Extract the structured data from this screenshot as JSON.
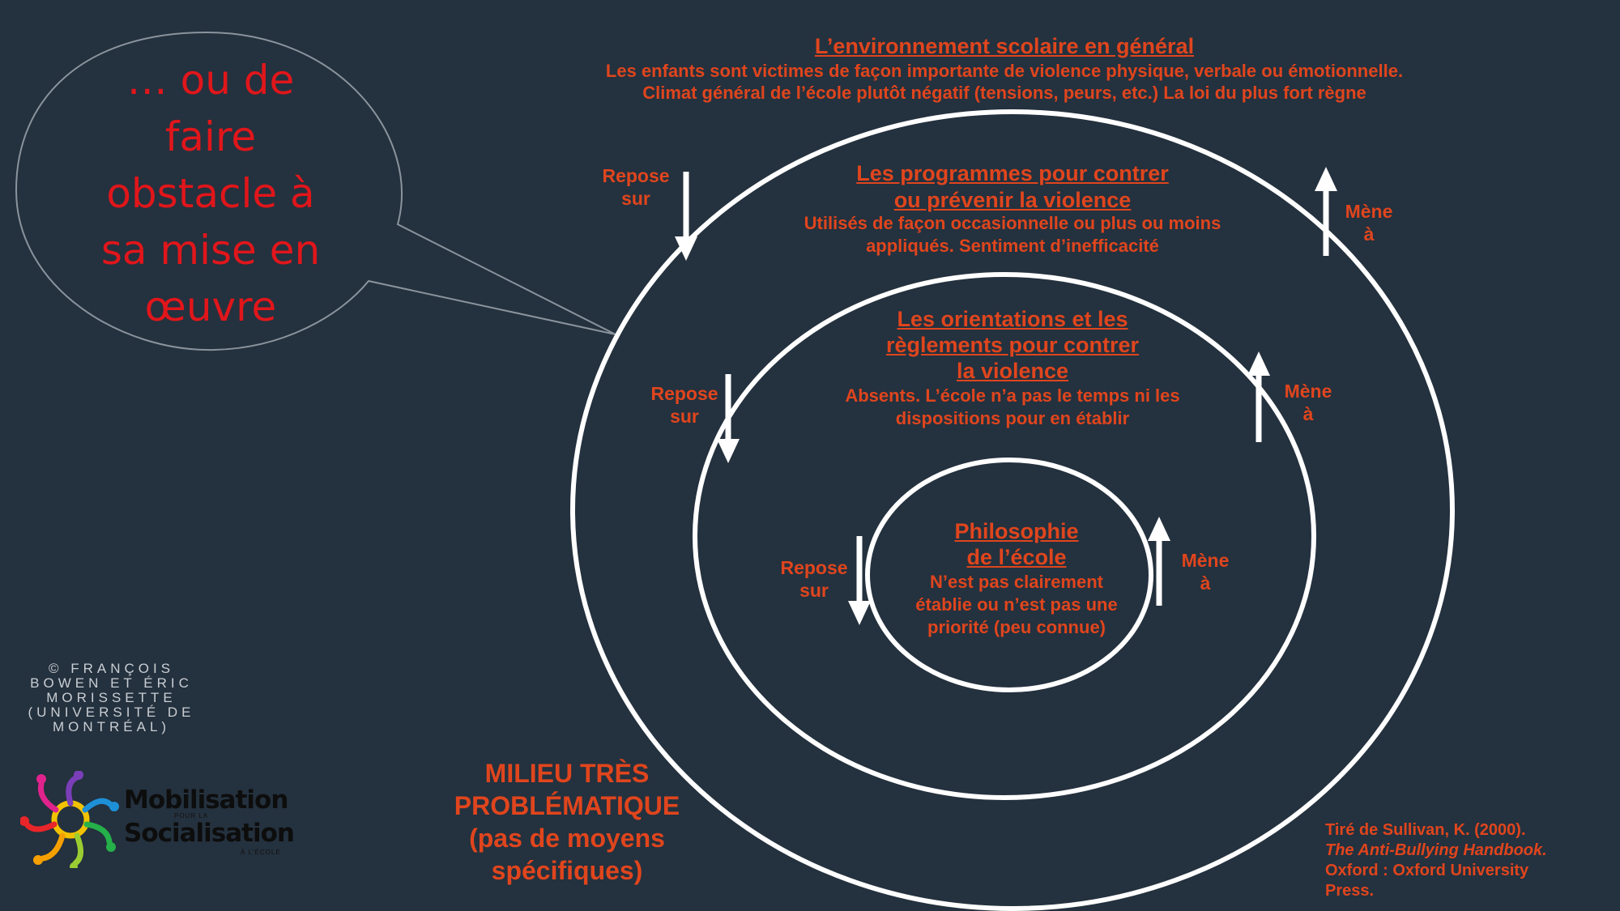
{
  "bubble": {
    "lines": [
      "… ou de",
      "faire",
      "obstacle à",
      "sa mise en",
      "œuvre"
    ]
  },
  "copyright": {
    "text": "© FRANÇOIS BOWEN ET ÉRIC MORISSETTE (UNIVERSITÉ DE MONTRÉAL)"
  },
  "logo": {
    "line1": "Mobilisation",
    "line2": "Socialisation",
    "small1": "POUR LA",
    "small2": "À L'ÉCOLE"
  },
  "environment": {
    "title": "L’environnement scolaire en général",
    "line1": "Les enfants sont victimes de façon importante de violence physique, verbale ou émotionnelle.",
    "line2": "Climat général de l’école plutôt négatif (tensions, peurs, etc.) La loi du plus fort règne"
  },
  "programs": {
    "title1": "Les programmes pour contrer",
    "title2": "ou prévenir la violence",
    "line1": "Utilisés de façon occasionnelle ou plus ou moins",
    "line2": "appliqués. Sentiment d’inefficacité"
  },
  "orientations": {
    "title1": "Les orientations et les",
    "title2": "règlements pour contrer",
    "title3": "la violence",
    "line1": "Absents. L’école n’a pas le temps ni les",
    "line2": "dispositions pour en établir"
  },
  "philosophy": {
    "title1": "Philosophie",
    "title2": "de l’école",
    "line1": "N’est pas clairement",
    "line2": "établie ou n’est pas une",
    "line3": "priorité (peu connue)"
  },
  "arrows": {
    "rests_on_1": "Repose",
    "rests_on_2": "sur",
    "leads_to_1": "Mène",
    "leads_to_2": "à"
  },
  "milieu": {
    "line1": "MILIEU TRÈS",
    "line2": "PROBLÉMATIQUE",
    "line3": "(pas de moyens",
    "line4": "spécifiques)"
  },
  "citation": {
    "line1": "Tiré de Sullivan, K. (2000).",
    "line2": "The Anti-Bullying Handbook.",
    "line3": "Oxford : Oxford University",
    "line4": "Press."
  },
  "colors": {
    "background": "#24313e",
    "text_accent": "#e0451d",
    "bubble_text": "#e0161b",
    "rings": "#ffffff"
  }
}
